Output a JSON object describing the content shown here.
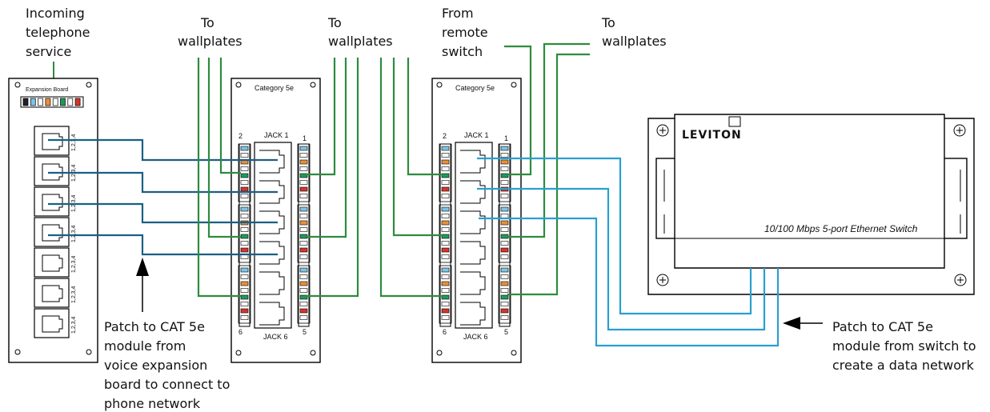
{
  "labels": {
    "incoming": [
      "Incoming",
      "telephone",
      "service"
    ],
    "to_wallplates_1": [
      "To",
      "wallplates"
    ],
    "to_wallplates_2": [
      "To",
      "wallplates"
    ],
    "from_remote": [
      "From",
      "remote",
      "switch"
    ],
    "to_wallplates_3": [
      "To",
      "wallplates"
    ],
    "patch_voice": [
      "Patch to CAT 5e",
      "module from",
      "voice expansion",
      "board to connect to",
      "phone network"
    ],
    "patch_data": [
      "Patch to CAT 5e",
      "module from switch to",
      "create a data network"
    ]
  },
  "expansion_board": {
    "title": "Expansion Board",
    "port_label": "1,2,3,4",
    "port_count": 7
  },
  "modules": [
    {
      "title": "Category  5e",
      "jack_top": "JACK 1",
      "jack_bottom": "JACK 6",
      "left_num_top": "2",
      "right_num_top": "1",
      "left_num_bottom": "6",
      "right_num_bottom": "5"
    },
    {
      "title": "Category  5e",
      "jack_top": "JACK 1",
      "jack_bottom": "JACK 6",
      "left_num_top": "2",
      "right_num_top": "1",
      "left_num_bottom": "6",
      "right_num_bottom": "5"
    }
  ],
  "switch": {
    "brand": "LEVITON",
    "caption": "10/100 Mbps 5-port Ethernet Switch"
  },
  "colors": {
    "voice_cable": "#1b5e86",
    "data_cable": "#2a9fd0",
    "wall_cable": "#2e8b3e",
    "punch_blue": "#7fc4e6",
    "punch_orange": "#e8913a",
    "punch_green": "#1f9a5c",
    "punch_red": "#d8342b",
    "punch_brown": "#8a5a2b"
  },
  "icons": [
    "arrow-up-icon",
    "arrow-left-icon",
    "screw-icon"
  ]
}
